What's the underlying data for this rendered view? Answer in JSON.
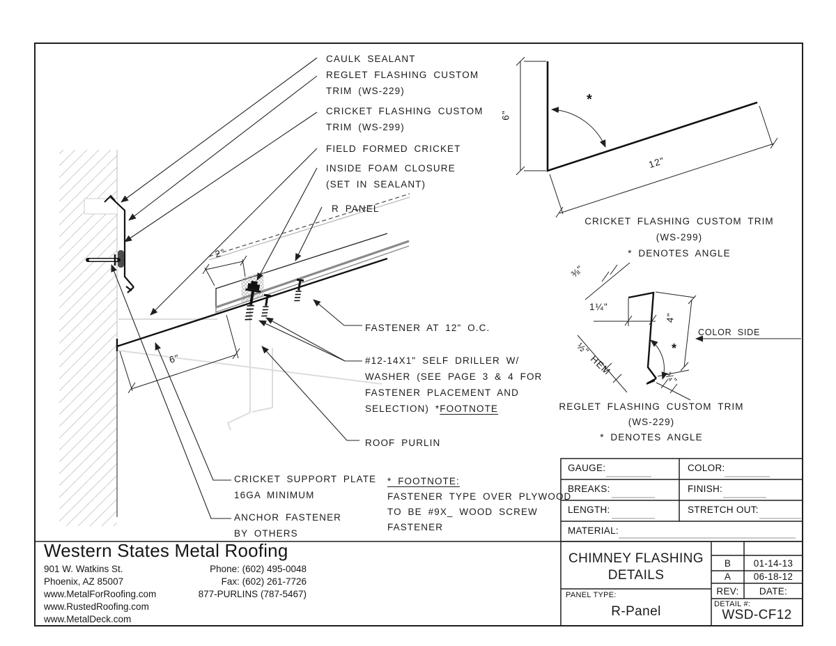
{
  "callouts": {
    "caulk_sealant": "CAULK SEALANT",
    "reglet_trim": "REGLET FLASHING CUSTOM\nTRIM (WS-229)",
    "cricket_trim": "CRICKET FLASHING CUSTOM\nTRIM (WS-299)",
    "field_formed_cricket": "FIELD FORMED CRICKET",
    "inside_foam_closure": "INSIDE FOAM CLOSURE\n(SET IN SEALANT)",
    "r_panel": "R PANEL",
    "fastener_oc": "FASTENER AT 12\" O.C.",
    "self_driller_main": "#12-14X1\" SELF DRILLER W/\nWASHER (SEE PAGE 3 & 4 FOR\nFASTENER PLACEMENT AND\nSELECTION) *",
    "self_driller_footnote_ref": "FOOTNOTE",
    "roof_purlin": "ROOF PURLIN",
    "cricket_support_plate": "CRICKET SUPPORT PLATE\n16GA MINIMUM",
    "anchor_fastener": "ANCHOR FASTENER\nBY OTHERS"
  },
  "footnote": {
    "title": "* FOOTNOTE:",
    "body": "FASTENER TYPE OVER PLYWOOD\nTO BE #9X_ WOOD SCREW\nFASTENER"
  },
  "dimensions": {
    "dim_2": "2\"",
    "dim_6_plan": "6\"",
    "dim_6_profile": "6\"",
    "dim_12": "12\"",
    "dim_3_8": "⅜\"",
    "dim_1_1_4": "1¼\"",
    "dim_half_hem": "½\" HEM",
    "dim_4": "4\"",
    "dim_3_4": "¾\"",
    "asterisk": "*",
    "color_side": "COLOR SIDE"
  },
  "profile_captions": {
    "cricket": "CRICKET FLASHING CUSTOM TRIM\n(WS-299)\n* DENOTES ANGLE",
    "reglet": "REGLET FLASHING CUSTOM TRIM\n(WS-229)\n* DENOTES ANGLE"
  },
  "spec_table": {
    "gauge": "GAUGE:",
    "color": "COLOR:",
    "breaks": "BREAKS:",
    "finish": "FINISH:",
    "length": "LENGTH:",
    "stretch_out": "STRETCH OUT:",
    "material": "MATERIAL:"
  },
  "title_block": {
    "company": "Western States Metal Roofing",
    "address_line1": "901 W. Watkins St.",
    "address_line2": "Phoenix, AZ 85007",
    "web1": "www.MetalForRoofing.com",
    "web2": "www.RustedRoofing.com",
    "web3": "www.MetalDeck.com",
    "phone": "Phone: (602) 495-0048",
    "fax": "Fax: (602) 261-7726",
    "tollfree": "877-PURLINS (787-5467)",
    "sheet_title_line1": "CHIMNEY FLASHING",
    "sheet_title_line2": "DETAILS",
    "panel_type_label": "PANEL TYPE:",
    "panel_type_value": "R-Panel",
    "rev_b": "B",
    "rev_b_date": "01-14-13",
    "rev_a": "A",
    "rev_a_date": "06-18-12",
    "rev_label": "REV:",
    "date_label": "DATE:",
    "detail_label": "DETAIL #:",
    "detail_number": "WSD-CF12"
  },
  "colors": {
    "line": "#1f1f1f",
    "panel_gray": "#8a8a8a",
    "light_gray": "#dcdcdc",
    "hatch_gray": "#cccccc"
  }
}
